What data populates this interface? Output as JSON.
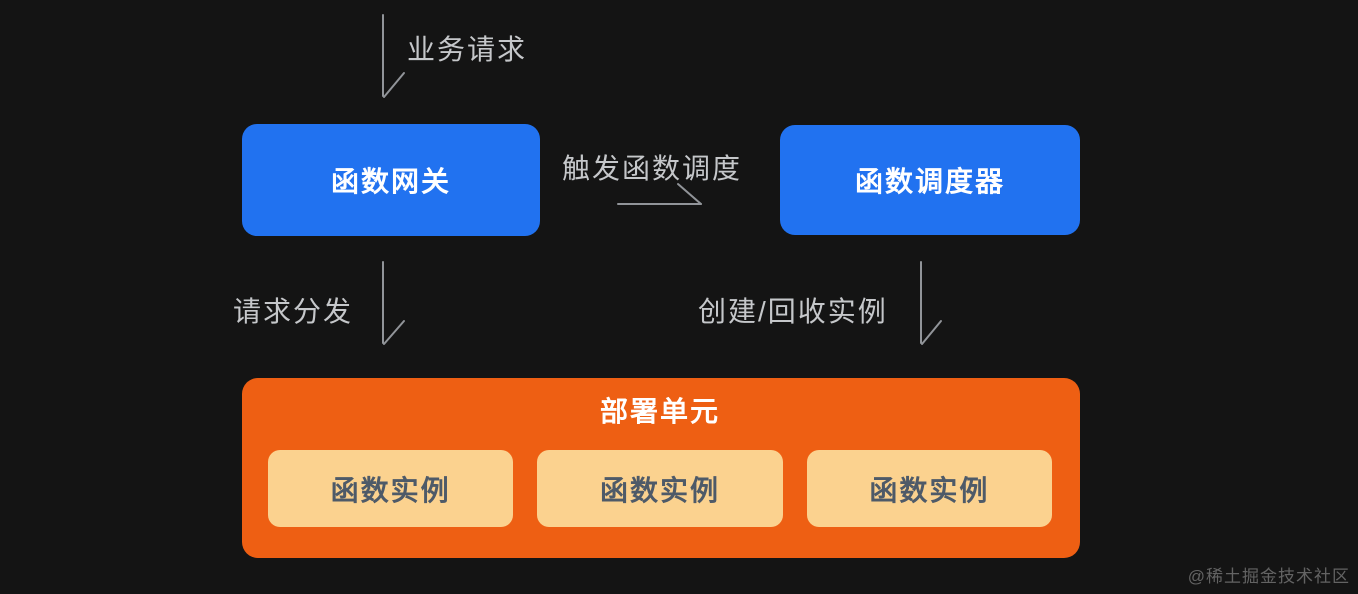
{
  "canvas": {
    "background_color": "#141414"
  },
  "diagram": {
    "business_request_label": "业务请求",
    "gateway_box": {
      "label": "函数网关",
      "color": "#2172f0"
    },
    "trigger_schedule_label": "触发函数调度",
    "scheduler_box": {
      "label": "函数调度器",
      "color": "#2172f0"
    },
    "request_dispatch_label": "请求分发",
    "create_recycle_label": "创建/回收实例",
    "deploy_unit": {
      "label": "部署单元",
      "color": "#ee5f13",
      "instance_color": "#fbd28f",
      "instances": [
        {
          "label": "函数实例"
        },
        {
          "label": "函数实例"
        },
        {
          "label": "函数实例"
        }
      ]
    },
    "arrow_color": "#919499"
  },
  "watermark": "@稀土掘金技术社区"
}
